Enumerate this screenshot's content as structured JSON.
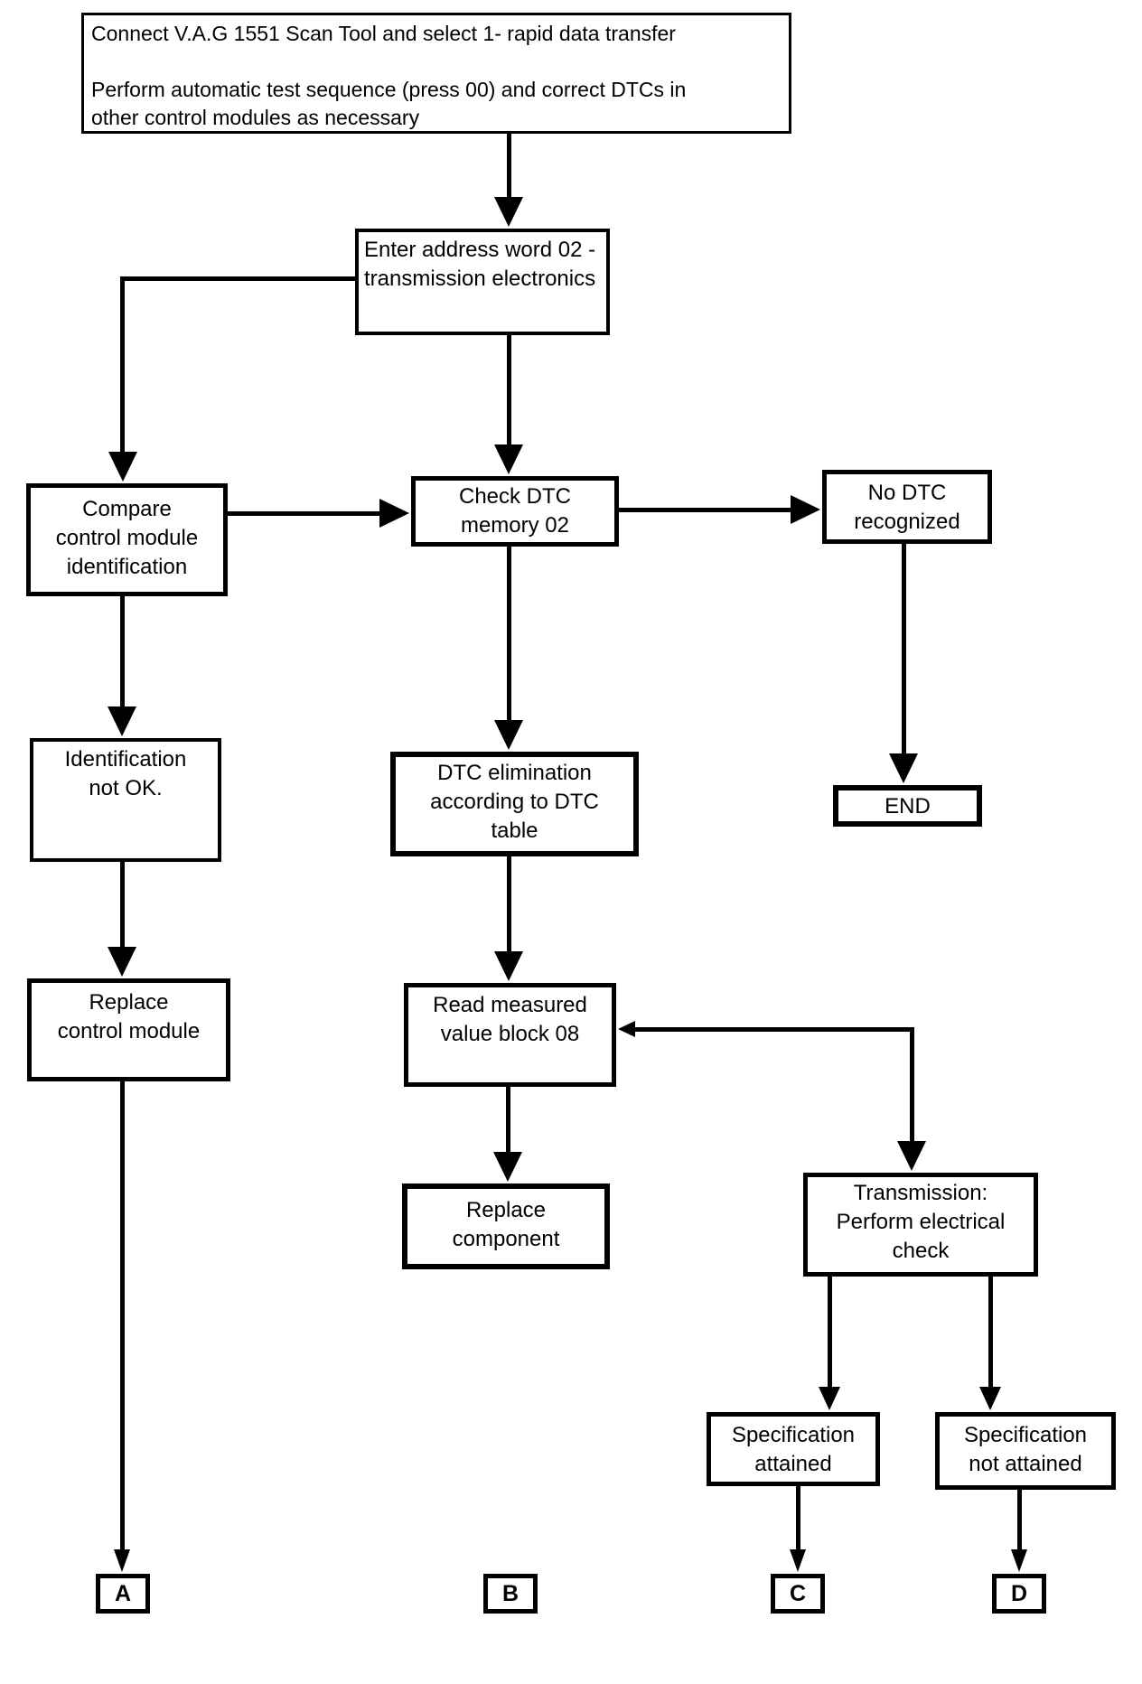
{
  "colors": {
    "line": "#000000",
    "background": "#ffffff"
  },
  "nodes": {
    "connect": {
      "lines": [
        "Connect V.A.G 1551 Scan Tool and select 1- rapid data transfer",
        "",
        "Perform automatic test sequence (press 00) and correct DTCs in",
        "other control modules as necessary"
      ]
    },
    "enter": {
      "lines": [
        "Enter address word 02 -",
        "transmission electronics"
      ]
    },
    "compare": {
      "lines": [
        "Compare",
        "control module",
        "identification"
      ]
    },
    "check_dtc": {
      "lines": [
        "Check DTC",
        "memory 02"
      ]
    },
    "no_dtc": {
      "lines": [
        "No DTC",
        "recognized"
      ]
    },
    "identification": {
      "lines": [
        "Identification",
        "not OK."
      ]
    },
    "dtc_elimination": {
      "lines": [
        "DTC elimination",
        "according to DTC",
        "table"
      ]
    },
    "end": {
      "lines": [
        "END"
      ]
    },
    "replace_control_module": {
      "lines": [
        "Replace",
        "control module"
      ]
    },
    "read_measured": {
      "lines": [
        "Read measured",
        "value block 08"
      ]
    },
    "replace_component": {
      "lines": [
        "Replace",
        "component"
      ]
    },
    "transmission": {
      "lines": [
        "Transmission:",
        "Perform electrical",
        "check"
      ]
    },
    "spec_attained": {
      "lines": [
        "Specification",
        "attained"
      ]
    },
    "spec_not_attained": {
      "lines": [
        "Specification",
        "not attained"
      ]
    },
    "label_a": {
      "lines": [
        "A"
      ]
    },
    "label_b": {
      "lines": [
        "B"
      ]
    },
    "label_c": {
      "lines": [
        "C"
      ]
    },
    "label_d": {
      "lines": [
        "D"
      ]
    }
  },
  "edges": [
    {
      "from": "connect",
      "to": "enter"
    },
    {
      "from": "enter",
      "to": "check_dtc"
    },
    {
      "from": "enter",
      "to": "compare"
    },
    {
      "from": "compare",
      "to": "check_dtc"
    },
    {
      "from": "check_dtc",
      "to": "no_dtc"
    },
    {
      "from": "check_dtc",
      "to": "dtc_elimination"
    },
    {
      "from": "no_dtc",
      "to": "end"
    },
    {
      "from": "compare",
      "to": "identification"
    },
    {
      "from": "identification",
      "to": "replace_control_module"
    },
    {
      "from": "dtc_elimination",
      "to": "read_measured"
    },
    {
      "from": "read_measured",
      "to": "replace_component"
    },
    {
      "from": "transmission",
      "to": "read_measured"
    },
    {
      "from": "read_measured",
      "to": "transmission"
    },
    {
      "from": "transmission",
      "to": "spec_attained"
    },
    {
      "from": "transmission",
      "to": "spec_not_attained"
    },
    {
      "from": "replace_control_module",
      "to": "label_a"
    },
    {
      "from": "replace_component",
      "to": "label_b"
    },
    {
      "from": "spec_attained",
      "to": "label_c"
    },
    {
      "from": "spec_not_attained",
      "to": "label_d"
    }
  ]
}
